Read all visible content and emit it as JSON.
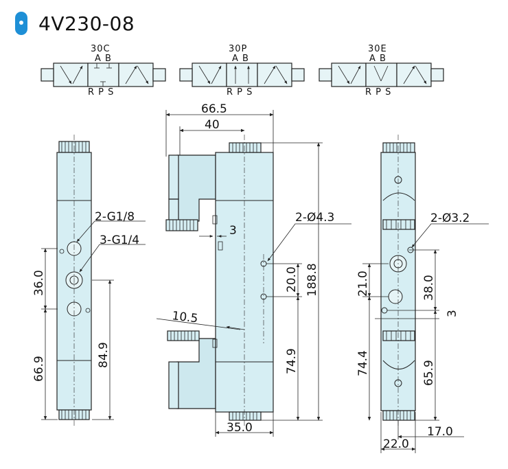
{
  "title": "4V230-08",
  "accent_color": "#1e8fd6",
  "body_color": "#d6eef3",
  "symbols": [
    {
      "code": "30C",
      "top_ports": "A B",
      "bottom_ports": "R P S"
    },
    {
      "code": "30P",
      "top_ports": "A B",
      "bottom_ports": "R P S"
    },
    {
      "code": "30E",
      "top_ports": "A B",
      "bottom_ports": "R P S"
    }
  ],
  "left_view": {
    "port_small": "2-G1/8",
    "port_large": "3-G1/4",
    "dim_36": "36.0",
    "dim_66": "66.9",
    "dim_84": "84.9"
  },
  "middle_view": {
    "width_total": "66.5",
    "width_40": "40",
    "dim_3": "3",
    "hole": "2-Ø4.3",
    "dim_20": "20.0",
    "dim_188": "188.8",
    "dim_10": "10.5",
    "dim_74": "74.9",
    "width_35": "35.0"
  },
  "right_view": {
    "hole": "2-Ø3.2",
    "dim_21": "21.0",
    "dim_38": "38.0",
    "dim_3": "3",
    "dim_74": "74.4",
    "dim_65": "65.9",
    "width_22": "22.0",
    "width_17": "17.0"
  }
}
